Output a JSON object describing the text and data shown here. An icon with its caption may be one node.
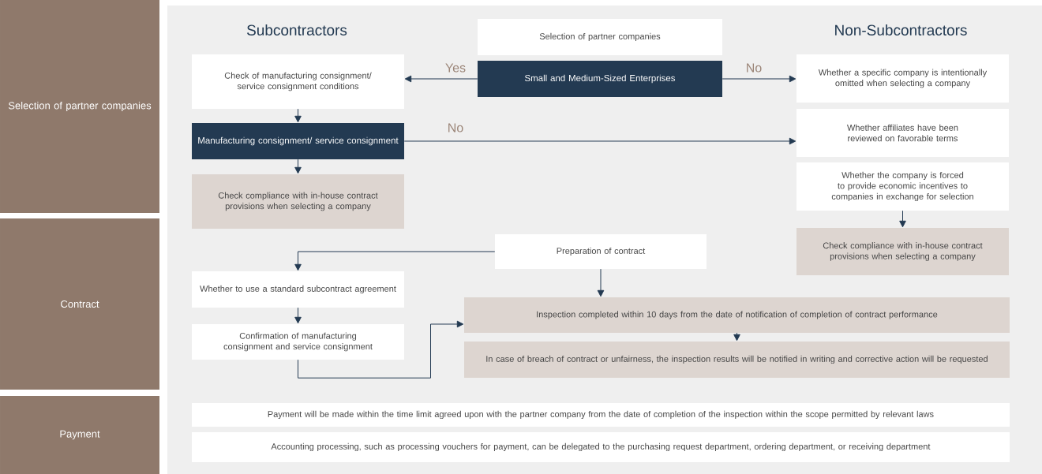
{
  "diagram": {
    "nodes": [
      {
        "text": [
          "Selection of partner companies"
        ]
      },
      {
        "text": [
          "Contract"
        ]
      },
      {
        "text": [
          "Payment"
        ]
      },
      {
        "text": [
          "Selection of partner companies"
        ]
      },
      {
        "text": [
          "Small and Medium-Sized Enterprises"
        ]
      },
      {
        "text": [
          "Check of manufacturing consignment/ service consignment conditions"
        ]
      },
      {
        "text": [
          "Manufacturing consignment/ service consignment"
        ]
      },
      {
        "text": [
          "Check compliance with in-house contract provisions when selecting a company"
        ]
      },
      {
        "text": [
          "Whether a specific company is intentionally omitted when selecting a company"
        ]
      },
      {
        "text": [
          "Whether affiliates have been reviewed on favorable terms"
        ]
      },
      {
        "text": [
          "Whether the company is forced to provide economic incentives to companies in exchange for selection"
        ]
      },
      {
        "text": [
          "Check compliance with in-house contract provisions when selecting a company"
        ]
      },
      {
        "text": [
          "Preparation of contract"
        ]
      },
      {
        "text": [
          "Whether to use a standard subcontract agreement"
        ]
      },
      {
        "text": [
          "Confirmation of manufacturing consignment and service consignment"
        ]
      },
      {
        "text": [
          "Inspection completed within 10 days from the date of notification of completion of contract performance"
        ]
      },
      {
        "text": [
          "In case of breach of contract or unfairness, the inspection results will be notified in writing and corrective action will be requested"
        ]
      },
      {
        "text": [
          "Payment will be made within the time limit agreed upon with the partner company from the date of completion of the inspection within the scope permitted by relevant laws"
        ]
      },
      {
        "text": [
          "Accounting processing, such as processing vouchers for payment, can be delegated to the purchasing request department, ordering department, or receiving department"
        ]
      }
    ],
    "edges": [
      {
        "from": 4,
        "to": 5,
        "arrow": "to",
        "label": "Yes"
      },
      {
        "from": 4,
        "to": 8,
        "arrow": "to",
        "label": "No"
      },
      {
        "from": 5,
        "to": 6,
        "arrow": "to"
      },
      {
        "from": 6,
        "to": 7,
        "arrow": "to"
      },
      {
        "from": 6,
        "to": 9,
        "arrow": "to",
        "label": "No"
      },
      {
        "from": 10,
        "to": 11,
        "arrow": "to"
      },
      {
        "from": 12,
        "to": 13,
        "arrow": "to"
      },
      {
        "from": 12,
        "to": 15,
        "arrow": "to"
      },
      {
        "from": 13,
        "to": 14,
        "arrow": "to"
      },
      {
        "from": 14,
        "to": 15,
        "arrow": "to"
      },
      {
        "from": 15,
        "to": 16,
        "arrow": "to"
      }
    ],
    "labels": [
      "Subcontractors",
      "Non-Subcontractors"
    ]
  }
}
